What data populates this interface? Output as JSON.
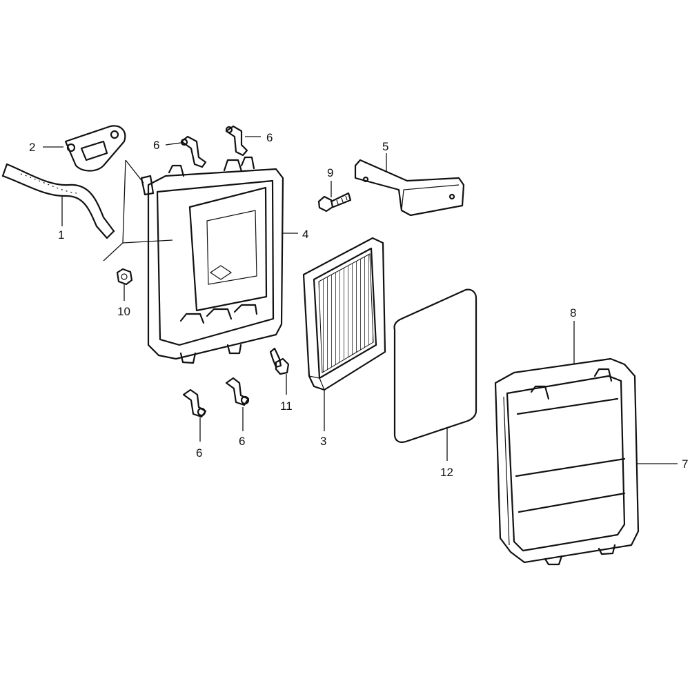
{
  "diagram": {
    "callouts": {
      "c1": "1",
      "c2": "2",
      "c3": "3",
      "c4": "4",
      "c5": "5",
      "c6a": "6",
      "c6b": "6",
      "c6c": "6",
      "c6d": "6",
      "c7": "7",
      "c8": "8",
      "c9": "9",
      "c10": "10",
      "c11": "11",
      "c12": "12"
    }
  }
}
